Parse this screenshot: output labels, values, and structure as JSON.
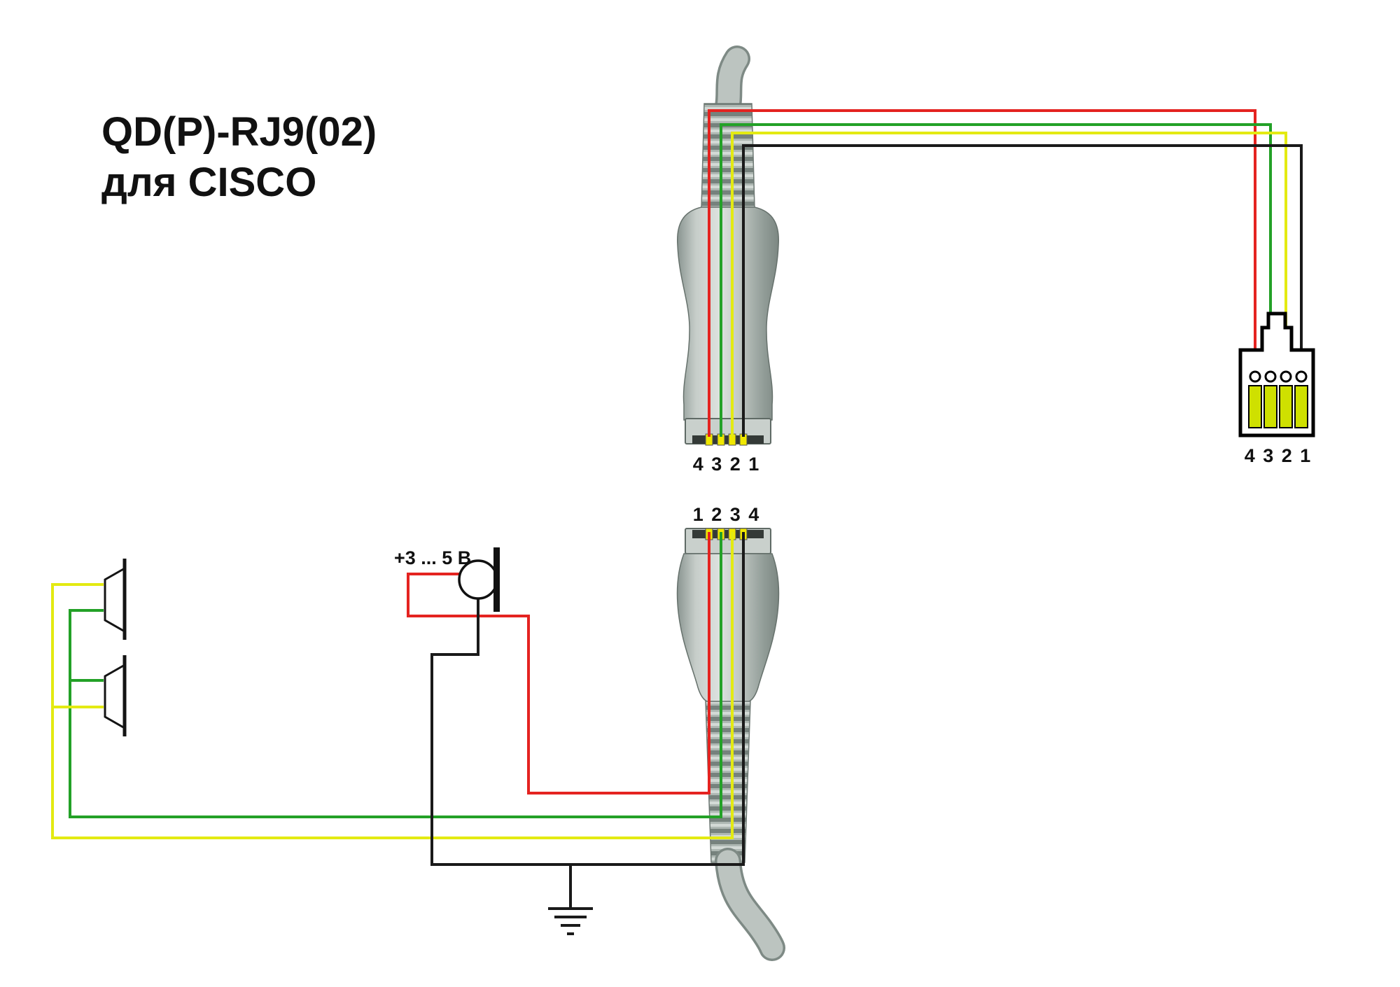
{
  "title": {
    "line1": "QD(P)-RJ9(02)",
    "line2": "для CISCO"
  },
  "labels": {
    "qd_top_pins": "4 3 2 1",
    "qd_bottom_pins": "1 2 3 4",
    "rj9_pins": "4 3 2 1",
    "mic_voltage": "+3 ... 5 В"
  },
  "colors": {
    "wire_red": "#e42320",
    "wire_green": "#23a127",
    "wire_yellow": "#e3ea12",
    "wire_black": "#1a1a1a",
    "contact_yellow": "#f0e800",
    "rj9_pin_fill": "#cfe000"
  }
}
